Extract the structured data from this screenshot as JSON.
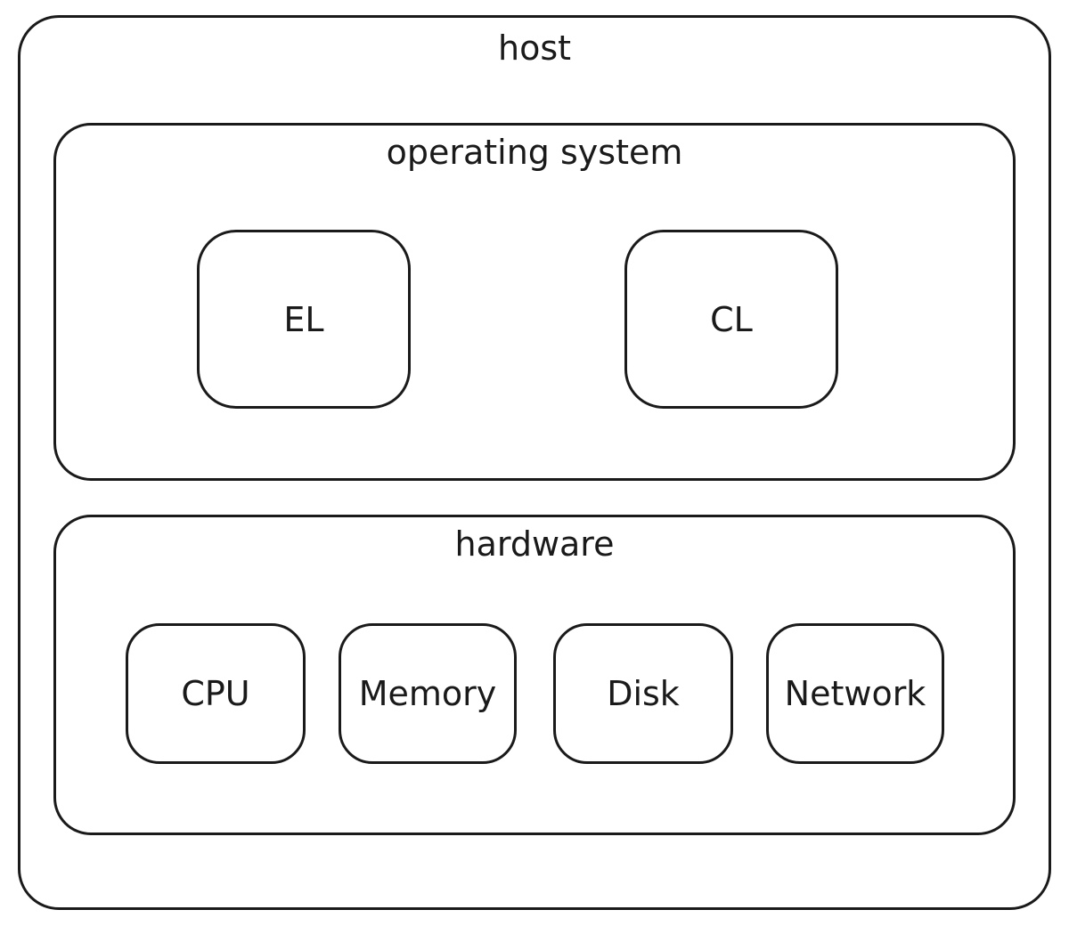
{
  "colors": {
    "stroke": "#1a1a1a",
    "text": "#1a1a1a",
    "background": "#ffffff"
  },
  "diagram": {
    "host": {
      "label": "host"
    },
    "operating_system": {
      "label": "operating system",
      "nodes": {
        "el": {
          "label": "EL"
        },
        "cl": {
          "label": "CL"
        }
      }
    },
    "hardware": {
      "label": "hardware",
      "nodes": {
        "cpu": {
          "label": "CPU"
        },
        "memory": {
          "label": "Memory"
        },
        "disk": {
          "label": "Disk"
        },
        "network": {
          "label": "Network"
        }
      }
    }
  }
}
